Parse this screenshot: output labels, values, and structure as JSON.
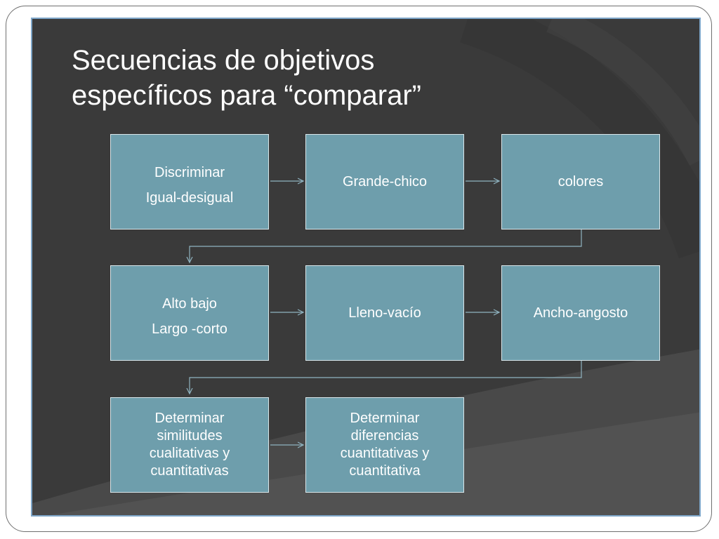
{
  "title": {
    "line1": "Secuencias de objetivos",
    "line2": "específicos para “comparar”"
  },
  "boxes": [
    {
      "lines": [
        "Discriminar",
        "Igual-desigual"
      ]
    },
    {
      "lines": [
        "Grande-chico"
      ]
    },
    {
      "lines": [
        "colores"
      ]
    },
    {
      "lines": [
        "Alto bajo",
        "Largo -corto"
      ]
    },
    {
      "lines": [
        "Lleno-vacío"
      ]
    },
    {
      "lines": [
        "Ancho-angosto"
      ]
    },
    {
      "lines": [
        "Determinar",
        "similitudes",
        "cualitativas y",
        "cuantitativas"
      ]
    },
    {
      "lines": [
        "Determinar",
        "diferencias",
        "cuantitativas y",
        "cuantitativa"
      ]
    }
  ],
  "colors": {
    "slide_background": "#3a3a3a",
    "box_fill": "#6e9eac",
    "connector": "#8fb3c0",
    "slide_border": "#7ea6c9"
  }
}
